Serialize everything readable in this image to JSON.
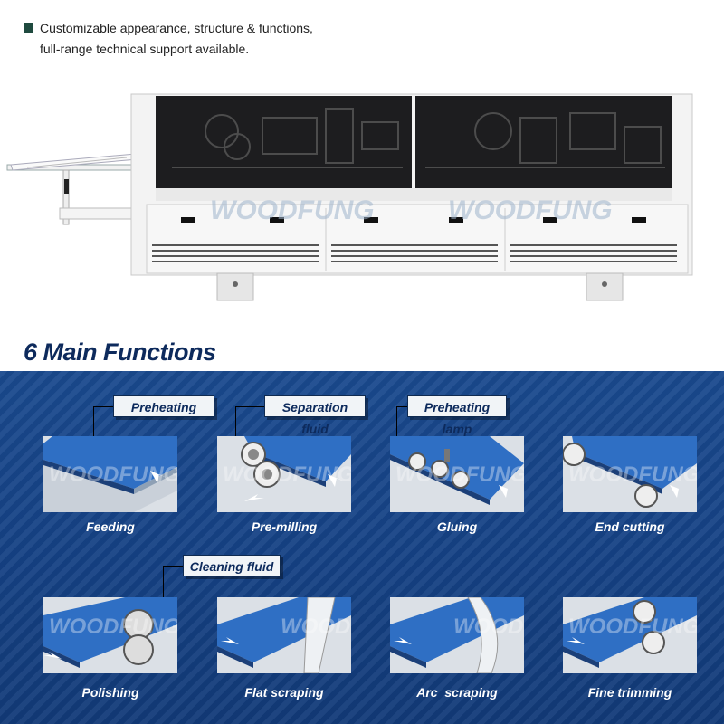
{
  "header": {
    "tagline_1": "Customizable appearance, structure & functions,",
    "tagline_2": "full-range technical support available."
  },
  "machine": {
    "brand_1": "WOODFUNG",
    "brand_2": "WOODFUNG"
  },
  "functions": {
    "title": "6 Main Functions",
    "callouts": {
      "preheating": "Preheating",
      "separation": "Separation fluid",
      "lamp": "Preheating lamp",
      "cleaning": "Cleaning fluid"
    },
    "tiles": [
      {
        "label": "Feeding"
      },
      {
        "label": "Pre-milling"
      },
      {
        "label": "Gluing"
      },
      {
        "label": "End cutting"
      },
      {
        "label": "Polishing"
      },
      {
        "label": "Flat scraping"
      },
      {
        "label": "Arc  scraping"
      },
      {
        "label": "Fine trimming"
      }
    ],
    "watermark": "WOODFUNG"
  },
  "colors": {
    "panel_blue": "#154184",
    "board_blue": "#2f6fc4",
    "title_navy": "#0d2a5c"
  }
}
